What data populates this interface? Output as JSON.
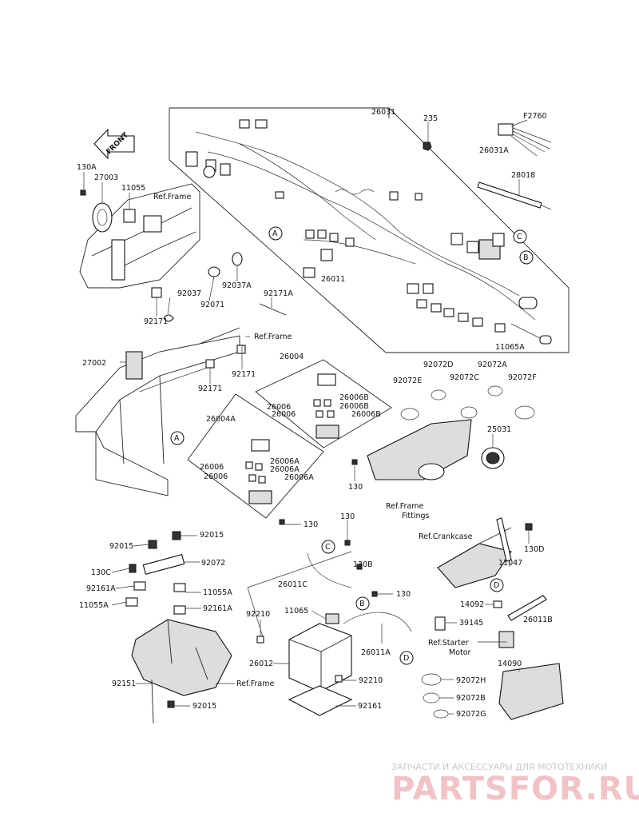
{
  "labels": {
    "l26031": "26031",
    "l235": "235",
    "lF2760": "F2760",
    "l26031A": "26031A",
    "l28018": "28018",
    "lC1": "C",
    "lB1": "B",
    "lA1": "A",
    "l26011": "26011",
    "l11065A": "11065A",
    "lFront": "FRONT",
    "l130A": "130A",
    "l27003": "27003",
    "l11055": "11055",
    "lRefFrame1": "Ref.Frame",
    "l92037": "92037",
    "l92037A": "92037A",
    "l92071": "92071",
    "l92171A": "92171A",
    "l92171a": "92171",
    "lRefFrame2": "Ref.Frame",
    "l27002": "27002",
    "l92171b": "92171",
    "l92171c": "92171",
    "l26004": "26004",
    "l26006a": "26006",
    "l26006Ba": "26006B",
    "l26006Bb": "26006B",
    "l26006b": "26006",
    "l26006Bc": "26006B",
    "l26004A": "26004A",
    "l26006c": "26006",
    "l26006Aa": "26006A",
    "l26006Ab": "26006A",
    "l26006d": "26006",
    "l26006Ac": "26006A",
    "l130a": "130",
    "l130b": "130",
    "lA2": "A",
    "l92072E": "92072E",
    "l92072D": "92072D",
    "l92072C": "92072C",
    "l92072A": "92072A",
    "l92072F": "92072F",
    "l25031": "25031",
    "lRefFF1": "Ref.Frame",
    "lRefFF2": "Fittings",
    "l130c": "130",
    "lC2": "C",
    "l130B": "130B",
    "l26011C": "26011C",
    "l130d": "130",
    "lB2": "B",
    "l92015a": "92015",
    "l92015b": "92015",
    "l92072": "92072",
    "l130C": "130C",
    "l92161A1": "92161A",
    "l11055A1": "11055A",
    "l11055A2": "11055A",
    "l92161A2": "92161A",
    "l92210a": "92210",
    "l11065": "11065",
    "l26012": "26012",
    "l26011A": "26011A",
    "lD1": "D",
    "l92210b": "92210",
    "l92161": "92161",
    "l92151": "92151",
    "lRefFrame3": "Ref.Frame",
    "l92015c": "92015",
    "lRefCrank": "Ref.Crankcase",
    "l130D": "130D",
    "l11047": "11047",
    "lD2": "D",
    "l14092": "14092",
    "l26011B": "26011B",
    "l39145": "39145",
    "lRefStarter1": "Ref.Starter",
    "lRefStarter2": "Motor",
    "l14090": "14090",
    "l92072H": "92072H",
    "l92072B": "92072B",
    "l92072G": "92072G"
  },
  "watermark": {
    "line1": "ЗАПЧАСТИ И АКСЕССУАРЫ ДЛЯ МОТОТЕХНИКИ",
    "line2": "PARTSFOR.RU"
  }
}
